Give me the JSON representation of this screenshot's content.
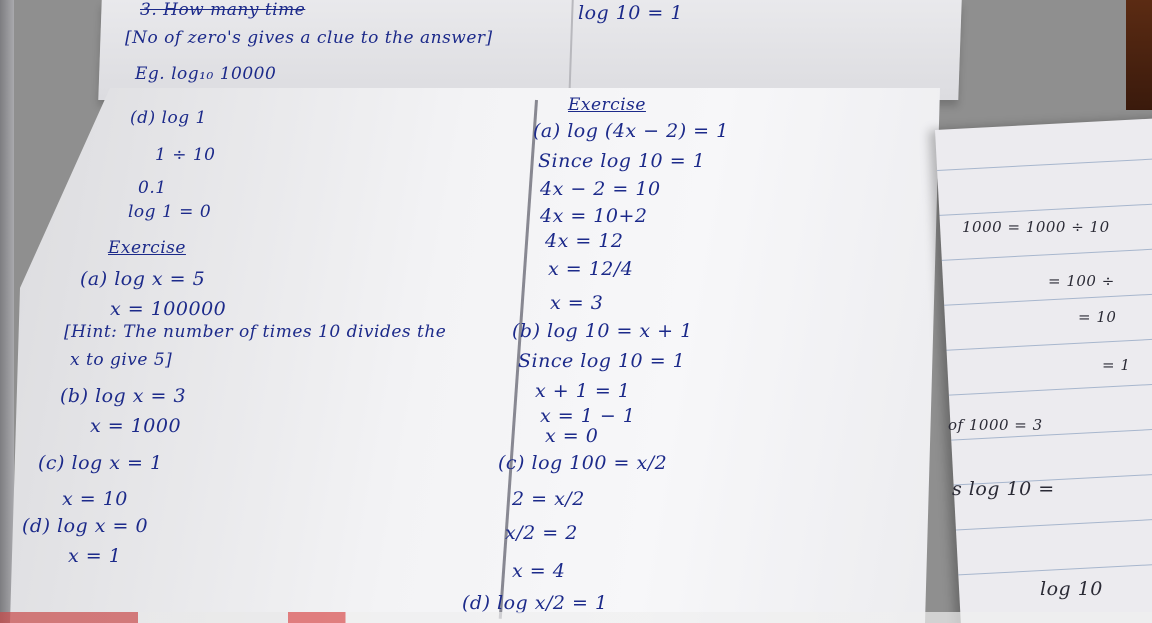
{
  "top_page": {
    "heading": "3. How many time",
    "hint": "[No of zero's gives a clue to the answer]",
    "example": "Eg. log₁₀ 10000",
    "corner": "log 10 = 1"
  },
  "left_column": [
    "(d) log 1",
    "1 ÷ 10",
    "0.1",
    "log 1 = 0",
    "Exercise",
    "(a) log x = 5",
    "x = 100000",
    "[Hint: The number of times 10 divides the",
    "x to give 5]",
    "(b) log x = 3",
    "x = 1000",
    "(c) log x = 1",
    "x = 10",
    "(d) log x = 0",
    "x = 1"
  ],
  "right_column": [
    "Exercise",
    "(a) log (4x − 2) = 1",
    "Since log 10 = 1",
    "4x − 2 = 10",
    "4x = 10+2",
    "4x = 12",
    "x = 12/4",
    "x = 3",
    "(b) log 10 = x + 1",
    "Since log 10 = 1",
    "x + 1 = 1",
    "x = 1 − 1",
    "x = 0",
    "(c) log 100 = x/2",
    "2 = x/2",
    "x/2 = 2",
    "x = 4",
    "(d) log x/2 = 1"
  ],
  "side_notebook": [
    "1000 = 1000 ÷ 10",
    "= 100 ÷",
    "= 10",
    "= 1",
    "of 1000 = 3",
    "s log 10 =",
    "log 10"
  ]
}
